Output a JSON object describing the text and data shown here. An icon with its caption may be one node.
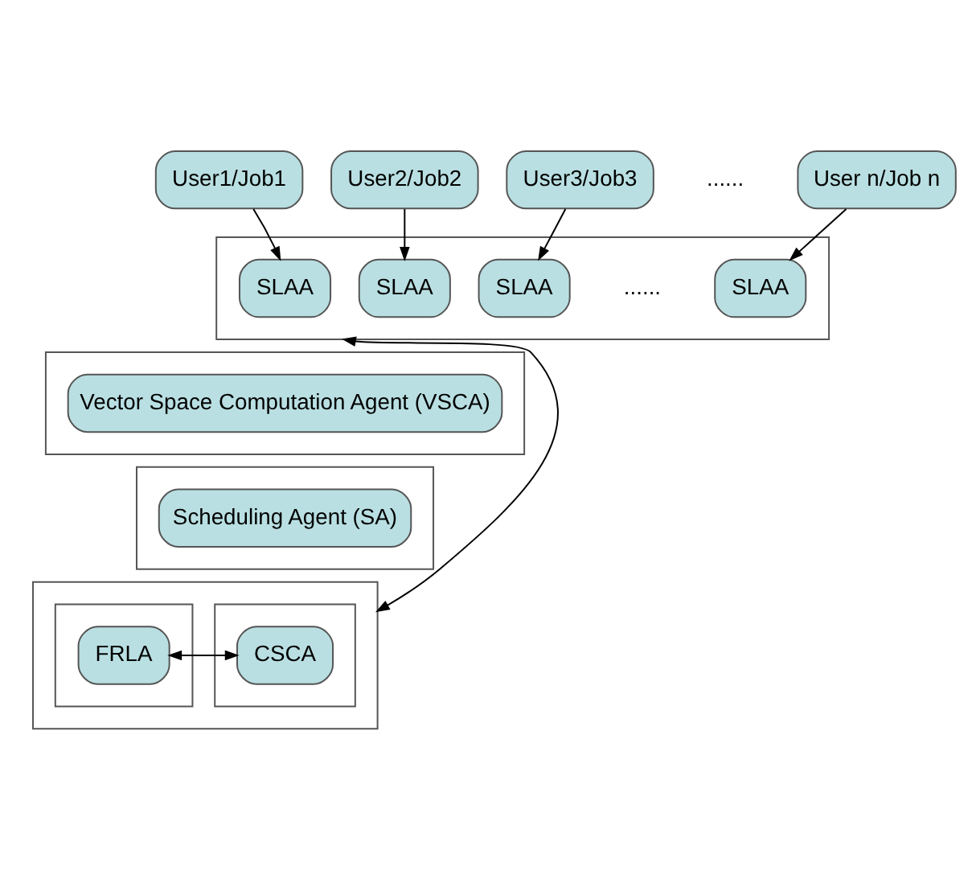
{
  "diagram": {
    "nodes": [
      {
        "text": [
          "User1/Job1"
        ]
      },
      {
        "text": [
          "User2/Job2"
        ]
      },
      {
        "text": [
          "User3/Job3"
        ]
      },
      {
        "text": [
          "User n/Job n"
        ]
      },
      {
        "text": [],
        "shape": "box"
      },
      {
        "text": [
          "SLAA"
        ],
        "in": 4
      },
      {
        "text": [
          "SLAA"
        ],
        "in": 4
      },
      {
        "text": [
          "SLAA"
        ],
        "in": 4
      },
      {
        "text": [
          "SLAA"
        ],
        "in": 4
      },
      {
        "text": [],
        "shape": "box"
      },
      {
        "text": [
          "Vector Space Computation Agent (VSCA)"
        ],
        "in": 9
      },
      {
        "text": [],
        "shape": "box"
      },
      {
        "text": [
          "Scheduling Agent (SA)"
        ],
        "in": 11
      },
      {
        "text": [],
        "shape": "box"
      },
      {
        "text": [],
        "shape": "box",
        "in": 13
      },
      {
        "text": [
          "CSCA"
        ],
        "in": 14
      },
      {
        "text": [],
        "shape": "box",
        "in": 13
      },
      {
        "text": [
          "FRLA"
        ],
        "in": 16
      }
    ],
    "edges": [
      {
        "from": 0,
        "to": 5,
        "arrow": "to"
      },
      {
        "from": 1,
        "to": 6,
        "arrow": "to"
      },
      {
        "from": 2,
        "to": 7,
        "arrow": "to"
      },
      {
        "from": 3,
        "to": 8,
        "arrow": "to"
      },
      {
        "from": 13,
        "to": 4,
        "arrow": "both"
      },
      {
        "from": 15,
        "to": 17,
        "arrow": "both"
      }
    ],
    "labels": [
      "......",
      "......"
    ]
  }
}
